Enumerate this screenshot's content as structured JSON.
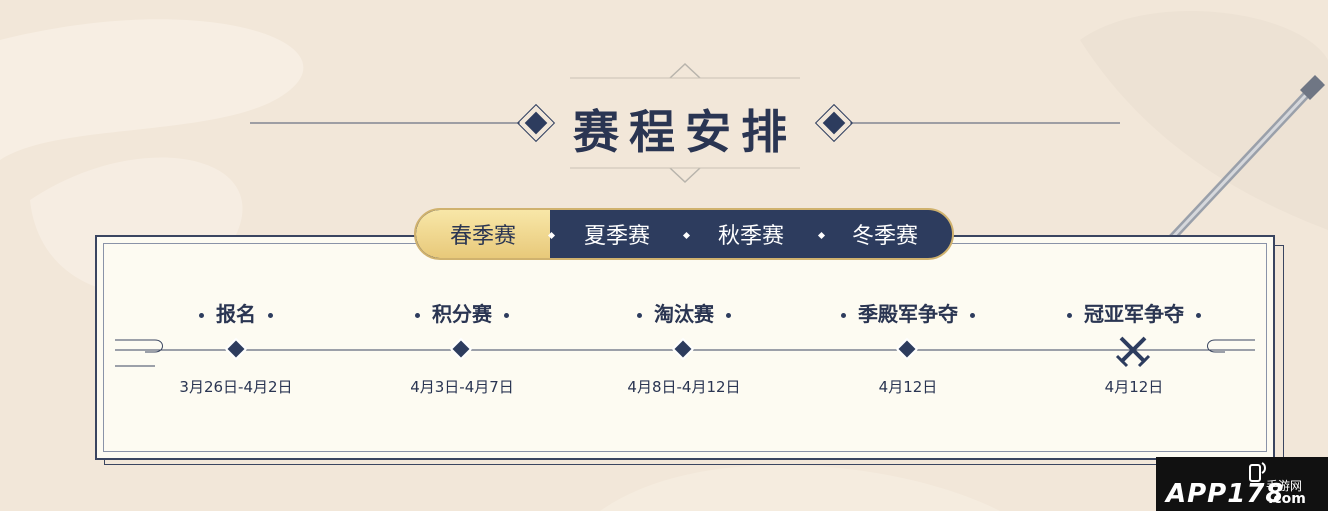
{
  "title": "赛程安排",
  "tabs": [
    {
      "label": "春季赛",
      "active": true
    },
    {
      "label": "夏季赛",
      "active": false
    },
    {
      "label": "秋季赛",
      "active": false
    },
    {
      "label": "冬季赛",
      "active": false
    }
  ],
  "stages": [
    {
      "name": "报名",
      "date": "3月26日-4月2日"
    },
    {
      "name": "积分赛",
      "date": "4月3日-4月7日"
    },
    {
      "name": "淘汰赛",
      "date": "4月8日-4月12日"
    },
    {
      "name": "季殿军争夺",
      "date": "4月12日"
    },
    {
      "name": "冠亚军争夺",
      "date": "4月12日"
    }
  ],
  "watermark": {
    "logo": "APP178",
    "sub": ".com",
    "cn": "手游网"
  },
  "colors": {
    "navy": "#2d3c5e",
    "gold": "#e8c97a",
    "panel": "#fdfbf2",
    "background": "#f2e7d9"
  }
}
